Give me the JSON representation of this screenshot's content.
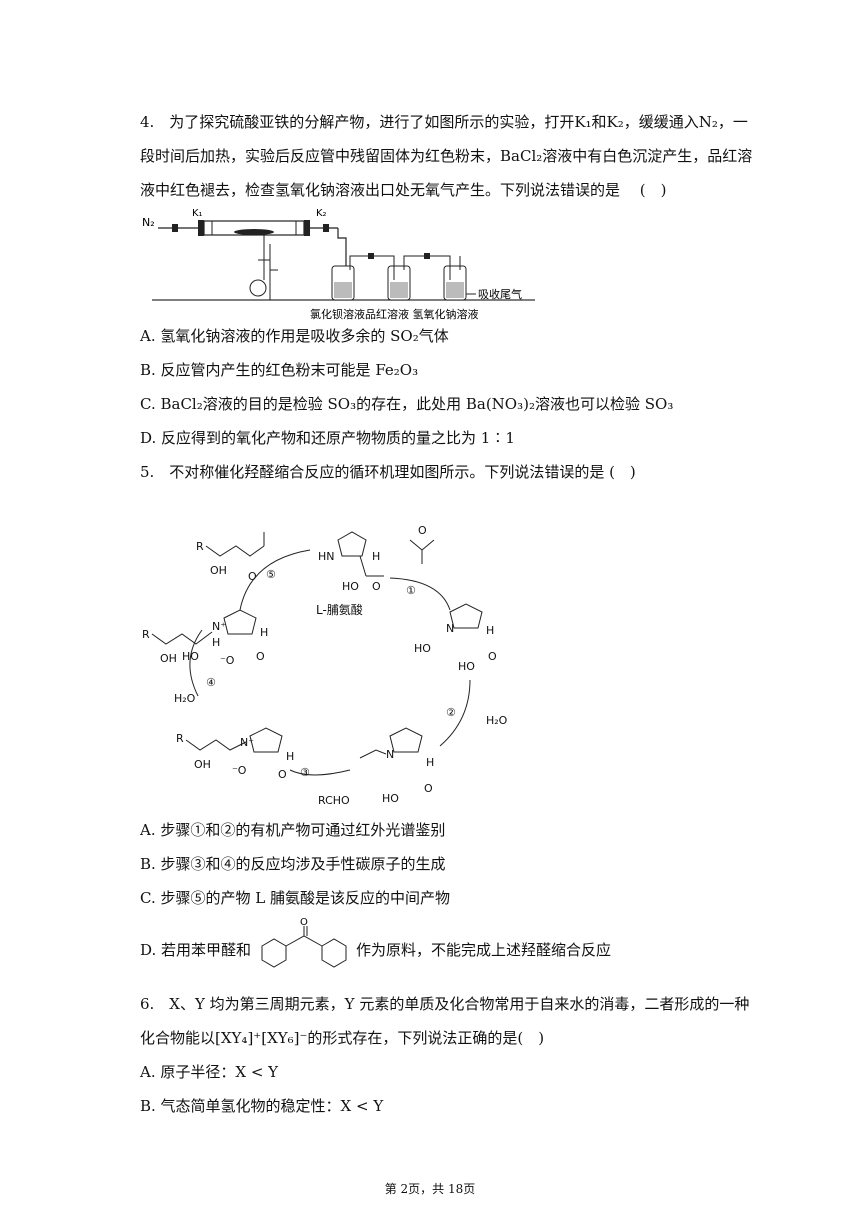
{
  "q4": {
    "line1": "4.　为了探究硫酸亚铁的分解产物，进行了如图所示的实验，打开K₁和K₂，缓缓通入N₂，一",
    "line2": "段时间后加热，实验后反应管中残留固体为红色粉末，BaCl₂溶液中有白色沉淀产生，品红溶",
    "line3": "液中红色褪去，检查氢氧化钠溶液出口处无氧气产生。下列说法错误的是　 (　)",
    "fig": {
      "n2": "N₂",
      "k1": "K₁",
      "k2": "K₂",
      "tail": "吸收尾气",
      "bottles": "氯化钡溶液品红溶液  氢氧化钠溶液"
    },
    "A": "A.  氢氧化钠溶液的作用是吸收多余的 SO₂气体",
    "B": "B.  反应管内产生的红色粉末可能是 Fe₂O₃",
    "C": "C. BaCl₂溶液的目的是检验 SO₃的存在，此处用 Ba(NO₃)₂溶液也可以检验 SO₃",
    "D": "D.  反应得到的氧化产物和还原产物物质的量之比为 1∶1"
  },
  "q5": {
    "stem": "5.　不对称催化羟醛缩合反应的循环机理如图所示。下列说法错误的是 (　)",
    "fig": {
      "proline": "L-脯氨酸",
      "step1": "①",
      "step2": "②",
      "step3": "③",
      "step4": "④",
      "step5": "⑤",
      "h2o_out": "H₂O",
      "h2o_in": "H₂O",
      "rcho": "RCHO",
      "hn": "HN",
      "n": "N",
      "nplus": "N⁺",
      "h": "H",
      "oh": "OH",
      "ho": "HO",
      "o": "O",
      "ominus": "⁻O",
      "r": "R"
    },
    "A": "A.  步骤①和②的有机产物可通过红外光谱鉴别",
    "B": "B.  步骤③和④的反应均涉及手性碳原子的生成",
    "C": "C.  步骤⑤的产物 L 脯氨酸是该反应的中间产物",
    "D1": "D.  若用苯甲醛和",
    "D2": "作为原料，不能完成上述羟醛缩合反应",
    "o_label": "O"
  },
  "q6": {
    "line1": "6.　X、Y 均为第三周期元素，Y 元素的单质及化合物常用于自来水的消毒，二者形成的一种",
    "line2": "化合物能以[XY₄]⁺[XY₆]⁻的形式存在，下列说法正确的是(　)",
    "A": "A.  原子半径：X < Y",
    "B": "B.  气态简单氢化物的稳定性：X < Y"
  },
  "footer": "第 2页，共 18页"
}
